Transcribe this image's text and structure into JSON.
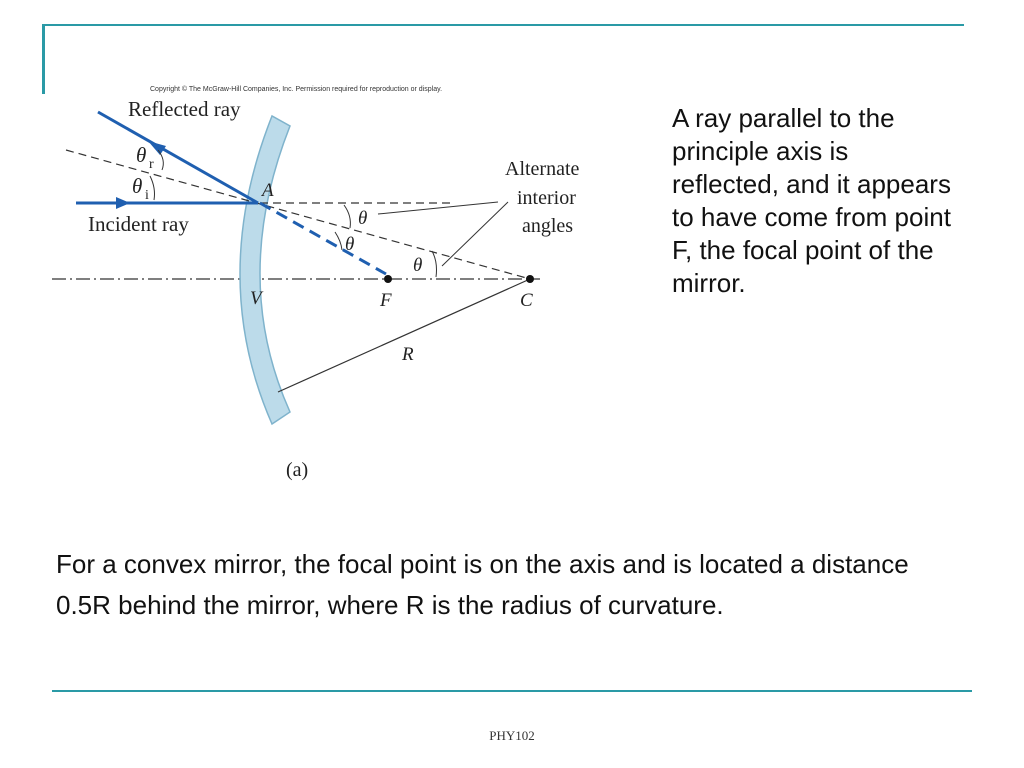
{
  "figure": {
    "copyright": "Copyright © The McGraw-Hill Companies, Inc. Permission required for reproduction or display.",
    "labels": {
      "reflected_ray": "Reflected ray",
      "incident_ray": "Incident ray",
      "alternate_line1": "Alternate",
      "alternate_line2": "interior",
      "alternate_line3": "angles",
      "point_a": "A",
      "point_v": "V",
      "point_f": "F",
      "point_c": "C",
      "radius": "R",
      "theta": "θ",
      "sub_r": "r",
      "sub_i": "i",
      "caption": "(a)"
    },
    "colors": {
      "ray": "#1f5fb0",
      "mirror_fill": "#bcdbea",
      "mirror_stroke": "#7fb3cc",
      "accent": "#2a9aa6"
    }
  },
  "side_text": "A ray parallel to the principle axis is reflected, and it appears to have come from point F, the focal point of the mirror.",
  "main_text": "For a convex mirror, the focal point is on the axis and is located a distance 0.5R behind the mirror, where R is the radius of curvature.",
  "footer": "PHY102"
}
